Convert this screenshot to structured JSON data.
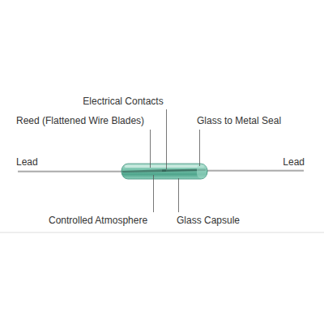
{
  "diagram": {
    "labels": [
      "Electrical Contacts",
      "Reed (Flattened Wire Blades)",
      "Glass to Metal Seal",
      "Lead",
      "Lead",
      "Controlled Atmosphere",
      "Glass Capsule"
    ]
  }
}
